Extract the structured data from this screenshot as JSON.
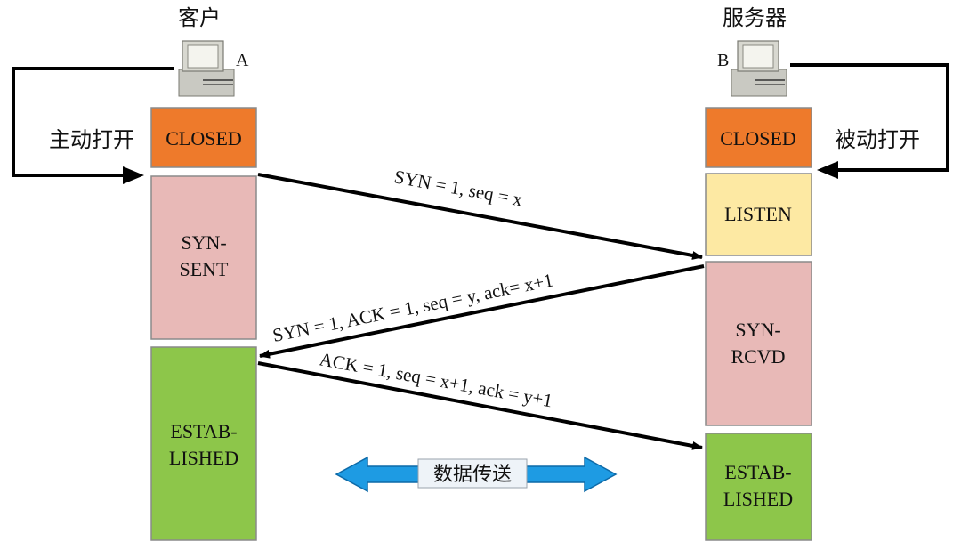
{
  "client": {
    "title": "客户",
    "letter": "A",
    "open_label": "主动打开",
    "states": [
      {
        "label_lines": [
          "CLOSED"
        ],
        "color": "#ee7a2b"
      },
      {
        "label_lines": [
          "SYN-",
          "SENT"
        ],
        "color": "#e8b9b7"
      },
      {
        "label_lines": [
          "ESTAB-",
          "LISHED"
        ],
        "color": "#8dc64a"
      }
    ]
  },
  "server": {
    "title": "服务器",
    "letter": "B",
    "open_label": "被动打开",
    "states": [
      {
        "label_lines": [
          "CLOSED"
        ],
        "color": "#ee7a2b"
      },
      {
        "label_lines": [
          "LISTEN"
        ],
        "color": "#fde9a3"
      },
      {
        "label_lines": [
          "SYN-",
          "RCVD"
        ],
        "color": "#e8b9b7"
      },
      {
        "label_lines": [
          "ESTAB-",
          "LISHED"
        ],
        "color": "#8dc64a"
      }
    ]
  },
  "messages": [
    {
      "text": "SYN = 1, seq = x"
    },
    {
      "text": "SYN = 1, ACK = 1, seq = y, ack= x+1"
    },
    {
      "text": "ACK = 1, seq = x+1, ack = y+1"
    }
  ],
  "data_transfer": {
    "label": "数据传送",
    "arrow_color": "#1e9be3"
  },
  "colors": {
    "box_border": "#8a8a8a",
    "arrow": "#000000"
  }
}
